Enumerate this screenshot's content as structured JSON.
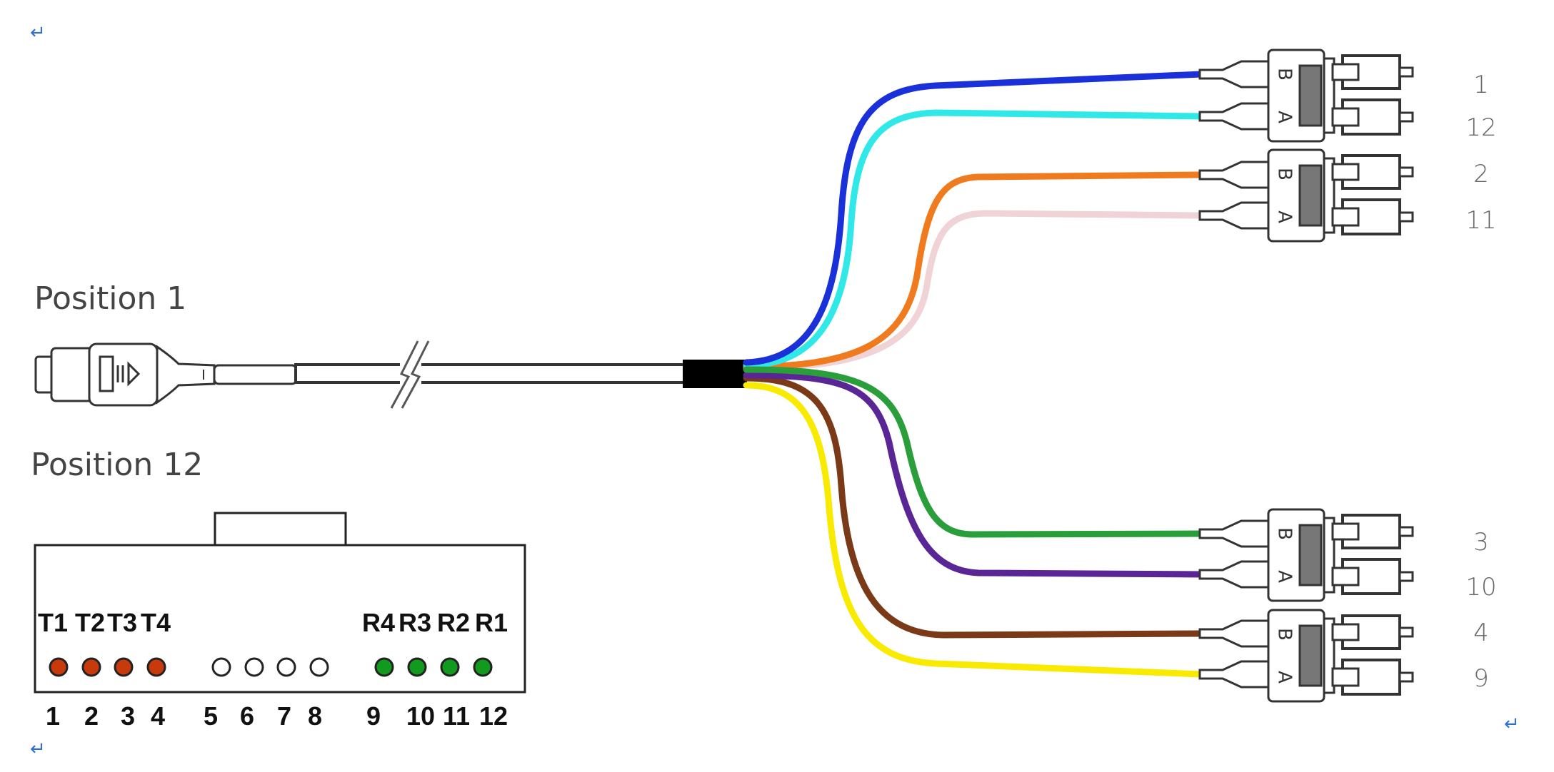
{
  "labels": {
    "position_1": "Position 1",
    "position_12": "Position 12",
    "return_mark": "↵"
  },
  "mpo_face": {
    "tx_labels": [
      "T1",
      "T2",
      "T3",
      "T4"
    ],
    "rx_labels": [
      "R4",
      "R3",
      "R2",
      "R1"
    ],
    "pin_numbers": [
      "1",
      "2",
      "3",
      "4",
      "5",
      "6",
      "7",
      "8",
      "9",
      "10",
      "11",
      "12"
    ],
    "pin_states": [
      "tx",
      "tx",
      "tx",
      "tx",
      "unused",
      "unused",
      "unused",
      "unused",
      "rx",
      "rx",
      "rx",
      "rx"
    ]
  },
  "colors": {
    "tx": "#c8390c",
    "rx": "#119a1e",
    "unused": "#ffffff",
    "return_mark": "#2f6fd8"
  },
  "connector_latch_labels": [
    "B",
    "A"
  ],
  "fibers": [
    {
      "label": "1",
      "color": "#1a30d8"
    },
    {
      "label": "12",
      "color": "#30e8e8"
    },
    {
      "label": "2",
      "color": "#f07a1e"
    },
    {
      "label": "11",
      "color": "#efd3d6"
    },
    {
      "label": "3",
      "color": "#2a9e3a"
    },
    {
      "label": "10",
      "color": "#5a2696"
    },
    {
      "label": "4",
      "color": "#7a3a18"
    },
    {
      "label": "9",
      "color": "#f8ea00"
    }
  ]
}
